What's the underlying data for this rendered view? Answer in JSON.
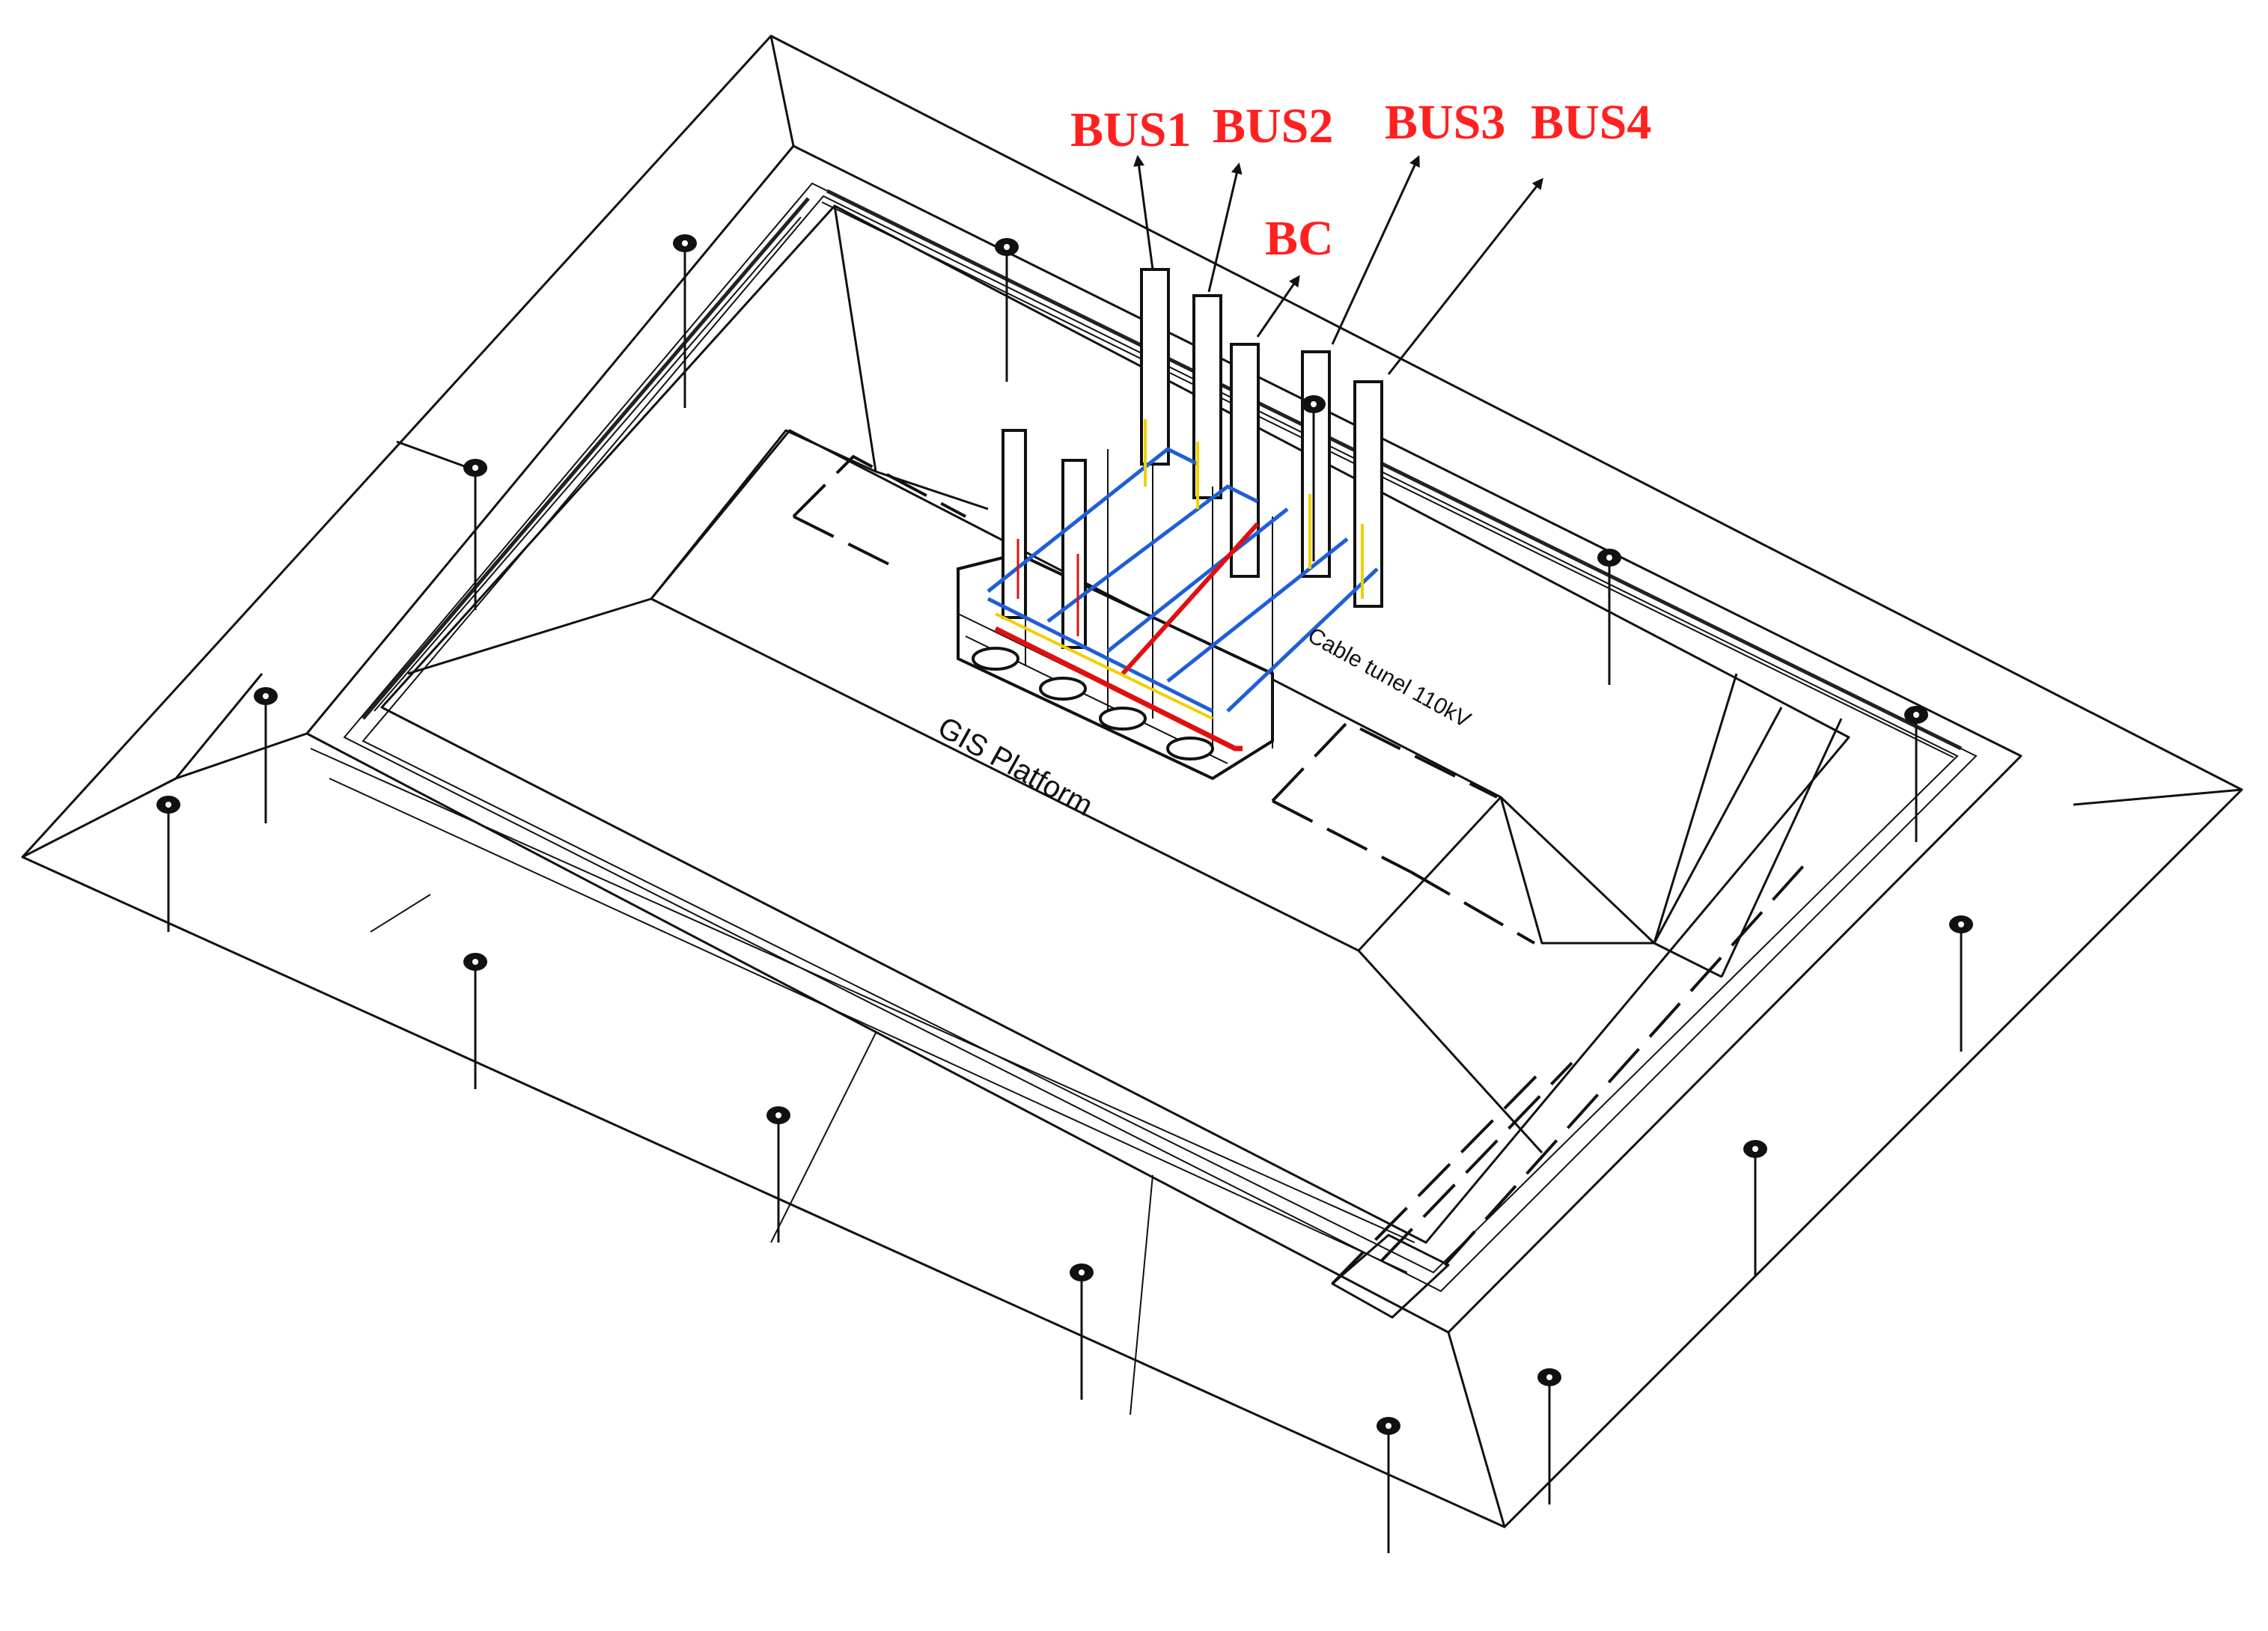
{
  "labels": {
    "bus1": "BUS1",
    "bus2": "BUS2",
    "bus3": "BUS3",
    "bus4": "BUS4",
    "bc": "BC",
    "gis_platform": "GIS Platform",
    "cable_tunnel": "Cable tunel 110kV"
  },
  "colors": {
    "label_red": "#ff2020",
    "line_black": "#111111",
    "bus_blue": "#1f5fd6",
    "bus_red": "#e01010",
    "bus_yellow": "#f0d000",
    "background": "#ffffff"
  },
  "icons": {
    "electrode_marker": "grounding-rod-marker-icon",
    "arrow": "arrowhead-icon"
  }
}
